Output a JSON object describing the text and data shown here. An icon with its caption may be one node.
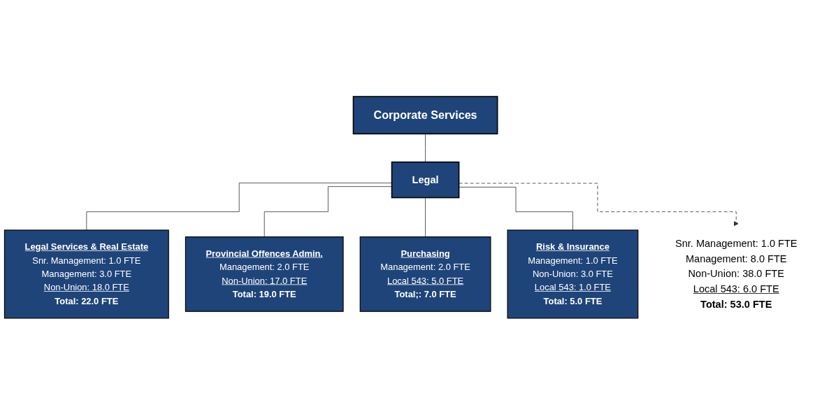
{
  "diagram": {
    "nodes": [
      {
        "text": [
          "Corporate Services"
        ]
      },
      {
        "text": [
          "Legal"
        ]
      },
      {
        "text": [
          "Legal Services & Real Estate",
          "Snr. Management:  1.0 FTE",
          "Management: 3.0 FTE",
          "Non-Union: 18.0 FTE",
          "Total:  22.0 FTE"
        ]
      },
      {
        "text": [
          "Provincial Offences Admin.",
          "Management:  2.0 FTE",
          "Non-Union:  17.0 FTE",
          "Total:  19.0 FTE"
        ]
      },
      {
        "text": [
          "Purchasing",
          "Management:  2.0 FTE",
          "Local 543:  5.0 FTE",
          "Total;: 7.0 FTE"
        ]
      },
      {
        "text": [
          "Risk & Insurance",
          "Management:  1.0 FTE",
          "Non-Union:  3.0 FTE",
          "Local 543:  1.0 FTE",
          "Total:  5.0 FTE"
        ]
      },
      {
        "text": [
          "Snr. Management:  1.0 FTE",
          "Management: 8.0 FTE",
          "Non-Union: 38.0 FTE",
          "Local 543:  6.0 FTE",
          "Total: 53.0 FTE"
        ]
      }
    ],
    "edges": [
      {
        "from": 0,
        "to": 1,
        "arrow": "none"
      },
      {
        "from": 1,
        "to": 2,
        "arrow": "none"
      },
      {
        "from": 1,
        "to": 3,
        "arrow": "none"
      },
      {
        "from": 1,
        "to": 4,
        "arrow": "none"
      },
      {
        "from": 1,
        "to": 5,
        "arrow": "none"
      },
      {
        "from": 1,
        "to": 6,
        "arrow": "to",
        "style": "dashed"
      }
    ]
  }
}
